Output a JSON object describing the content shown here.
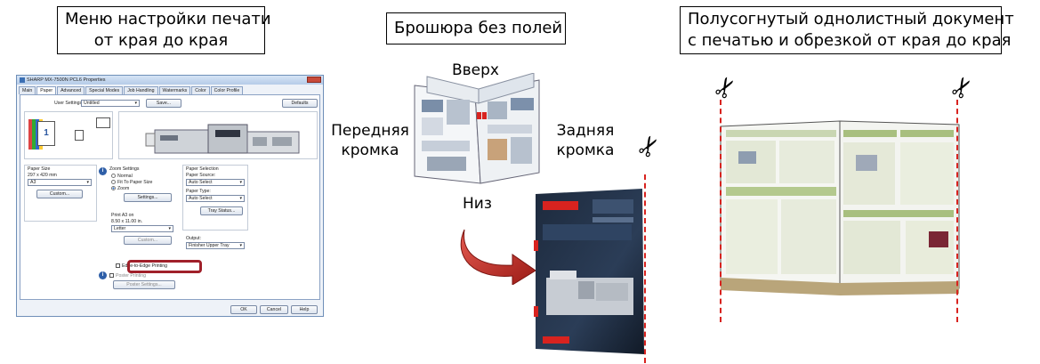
{
  "captions": {
    "menu": [
      "Меню настройки печати",
      "от края до края"
    ],
    "booklet": "Брошюра без полей",
    "halffold": [
      "Полусогнутый однолистный документ",
      "с печатью и обрезкой от края до края"
    ]
  },
  "orientation_labels": {
    "top": "Вверх",
    "bottom": "Низ",
    "front_edge": [
      "Передняя",
      "кромка"
    ],
    "back_edge": [
      "Задняя",
      "кромка"
    ]
  },
  "dialog": {
    "title": "SHARP MX-7500N PCL6 Properties",
    "tabs": [
      "Main",
      "Paper",
      "Advanced",
      "Special Modes",
      "Job Handling",
      "Watermarks",
      "Color",
      "Color Profile"
    ],
    "active_tab": "Paper",
    "user_settings_label": "User Settings:",
    "user_settings_value": "Untitled",
    "save_button": "Save...",
    "defaults_button": "Defaults",
    "paper_size": {
      "label": "Paper Size",
      "dimensions": "297 x 420 mm",
      "value": "A3",
      "custom_button": "Custom..."
    },
    "zoom": {
      "label": "Zoom Settings",
      "options": [
        "Normal",
        "Fit To Paper Size",
        "Zoom"
      ],
      "selected": "Zoom",
      "settings_button": "Settings..."
    },
    "print_size": {
      "label": "Print A3 on",
      "dimensions": "8.50 x 11.00 in.",
      "value": "Letter",
      "custom_button": "Custom..."
    },
    "edge_to_edge": "Edge-to-Edge Printing",
    "poster": "Poster Printing",
    "poster_settings_button": "Poster Settings...",
    "paper_selection": {
      "label": "Paper Selection",
      "source_label": "Paper Source:",
      "source_value": "Auto Select",
      "type_label": "Paper Type:",
      "type_value": "Auto Select",
      "tray_status_button": "Tray Status..."
    },
    "output": {
      "label": "Output:",
      "value": "Finisher Upper Tray"
    },
    "preview_page_number": "1",
    "buttons": {
      "ok": "OK",
      "cancel": "Cancel",
      "help": "Help"
    }
  },
  "accent_colors": {
    "highlight": "#a0202a",
    "cut_line": "#d8231f",
    "arrow": "#c62b26"
  },
  "icons": [
    "scissors-icon",
    "curved-arrow-icon",
    "info-icon"
  ]
}
